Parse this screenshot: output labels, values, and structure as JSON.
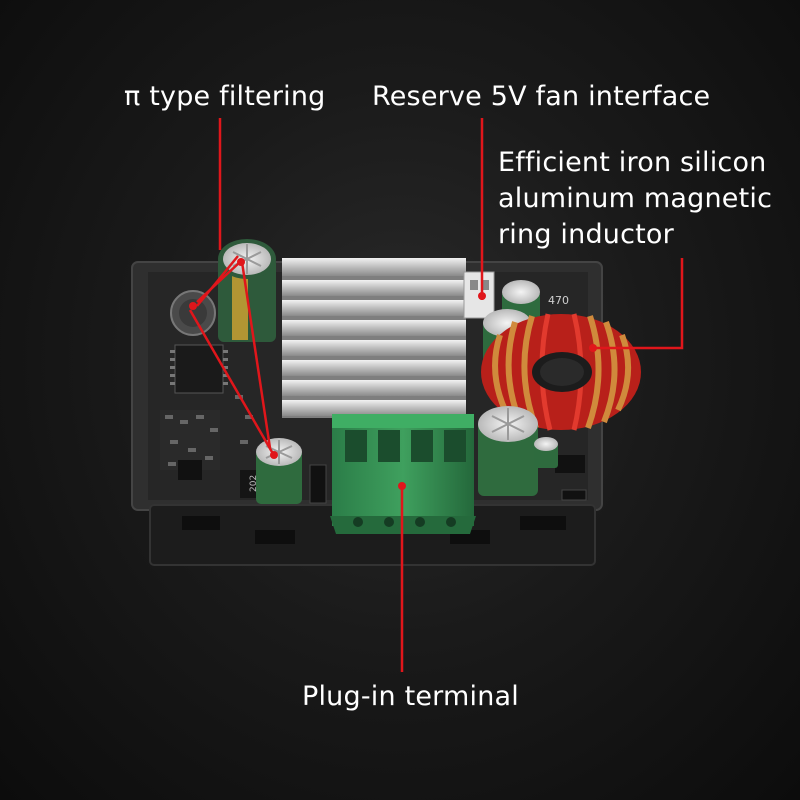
{
  "labels": {
    "pi_filtering": "π type filtering",
    "fan_interface": "Reserve 5V fan interface",
    "inductor_line1": "Efficient iron silicon",
    "inductor_line2": "aluminum magnetic",
    "inductor_line3": "ring inductor",
    "plugin_terminal": "Plug-in terminal"
  },
  "components": {
    "capacitor_marking": "470",
    "chip_marking": "202"
  },
  "colors": {
    "background": "#121212",
    "callout_line": "#e0161b",
    "label_text": "#ffffff",
    "pcb": "#2b2b2b",
    "terminal": "#2e8b4f",
    "inductor_copper": "#d08a3c",
    "inductor_red": "#c4211c",
    "capacitor_green": "#2f6b3e"
  }
}
